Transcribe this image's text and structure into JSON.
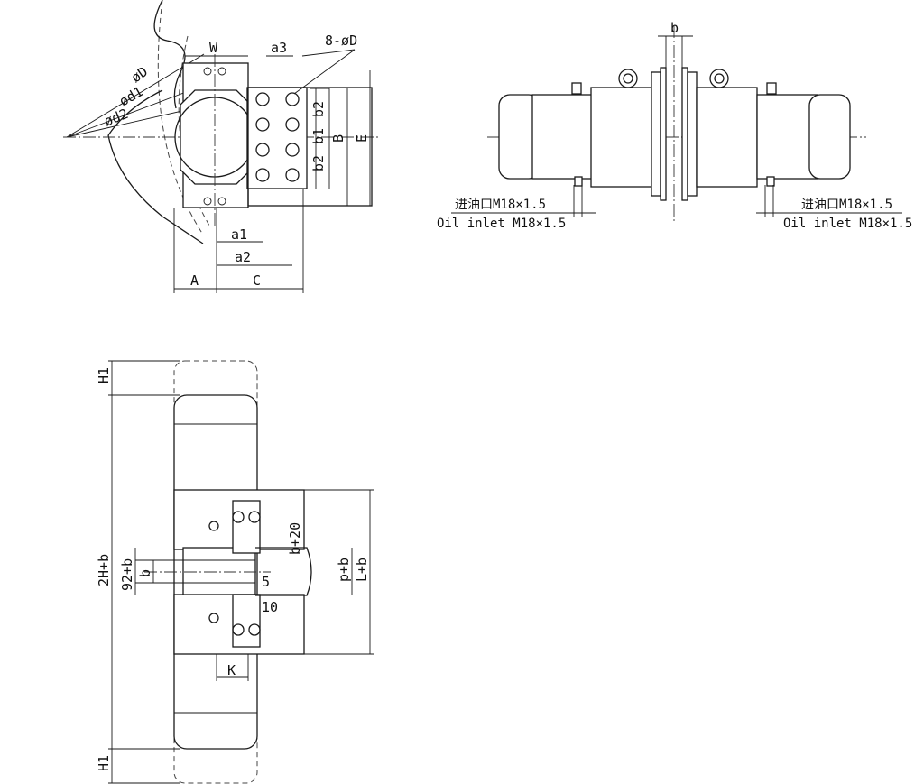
{
  "front_view": {
    "labels": {
      "W": "W",
      "a3": "a3",
      "holes": "8-øD",
      "D": "øD",
      "d1": "ød1",
      "d2": "ød2",
      "b2_top": "b2",
      "b1": "b1",
      "b2_bottom": "b2",
      "B": "B",
      "E": "E",
      "a1": "a1",
      "a2": "a2",
      "A": "A",
      "C": "C"
    }
  },
  "side_view": {
    "labels": {
      "b": "b"
    },
    "inlet_left": {
      "cn": "进油口M18×1.5",
      "en": "Oil inlet M18×1.5"
    },
    "inlet_right": {
      "cn": "进油口M18×1.5",
      "en": "Oil inlet M18×1.5"
    }
  },
  "plan_view": {
    "labels": {
      "H1_top": "H1",
      "H2b": "2H+b",
      "b92": "92+b",
      "b": "b",
      "b20": "b+20",
      "pb": "p+b",
      "Lb": "L+b",
      "five": "5",
      "ten": "10",
      "K": "K",
      "H1_bottom": "H1"
    }
  }
}
